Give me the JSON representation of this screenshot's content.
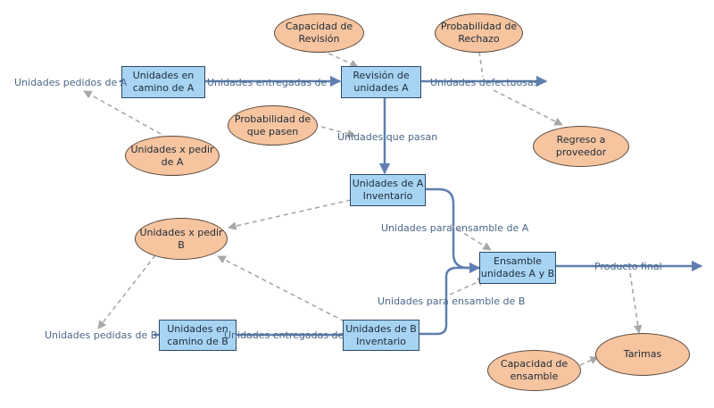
{
  "colors": {
    "stock_fill": "#a8d4f3",
    "aux_fill": "#f6c49e",
    "flow": "#5f7fb0",
    "dependency": "#a8a8a8",
    "label_text": "#4a6688"
  },
  "stocks": {
    "en_camino_a": "Unidades en\ncamino de A",
    "revision_a": "Revisión de\nunidades A",
    "inventario_a": "Unidades de A\nInventario",
    "ensamble": "Ensamble\nunidades A y B",
    "inventario_b": "Unidades de B\nInventario",
    "en_camino_b": "Unidades en\ncamino de B"
  },
  "auxiliaries": {
    "capacidad_revision": "Capacidad de\nRevisión",
    "probabilidad_rechazo": "Probabilidad de\nRechazo",
    "probabilidad_pasen": "Probabilidad de\nque pasen",
    "x_pedir_a": "Unidades x pedir\nde A",
    "regreso_proveedor": "Regreso a\nproveedor",
    "x_pedir_b": "Unidades x pedir\nB",
    "tarimas": "Tarimas",
    "capacidad_ensamble": "Capacidad de\nensamble"
  },
  "flows": {
    "pedidos_a": "Unidades pedidos de A",
    "entregadas_a": "Unidades entregadas de",
    "defectuosas": "Unidades defectuosas",
    "que_pasan": "Unidades que pasan",
    "ensamble_a": "Unidades para ensamble de A",
    "ensamble_b": "Unidades para ensamble de B",
    "producto_final": "Producto final",
    "pedidas_b": "Unidades pedidas de B",
    "entregadas_b": "Unidades entregadas de"
  }
}
